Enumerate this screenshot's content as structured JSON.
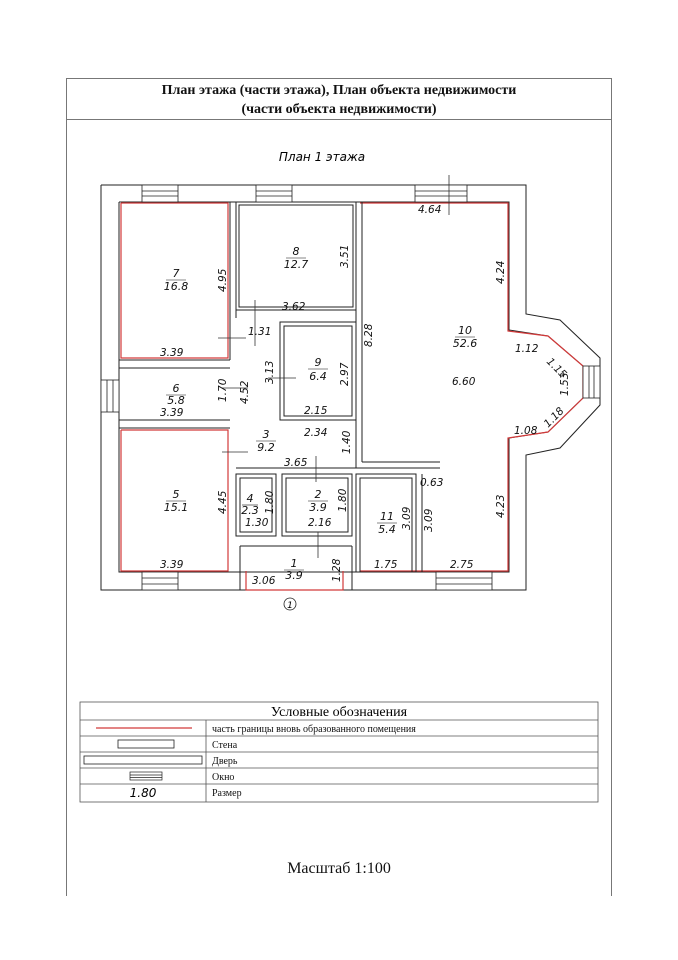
{
  "title": {
    "line1": "План этажа (части этажа), План объекта недвижимости",
    "line2": "(части объекта недвижимости)"
  },
  "plan_caption": "План 1 этажа",
  "rooms": [
    {
      "id": "room-7",
      "number": "7",
      "area": "16.8"
    },
    {
      "id": "room-8",
      "number": "8",
      "area": "12.7"
    },
    {
      "id": "room-10",
      "number": "10",
      "area": "52.6"
    },
    {
      "id": "room-9",
      "number": "9",
      "area": "6.4"
    },
    {
      "id": "room-6",
      "number": "6",
      "area": "5.8"
    },
    {
      "id": "room-3",
      "number": "3",
      "area": "9.2"
    },
    {
      "id": "room-5",
      "number": "5",
      "area": "15.1"
    },
    {
      "id": "room-4",
      "number": "4",
      "area": "2.3"
    },
    {
      "id": "room-2",
      "number": "2",
      "area": "3.9"
    },
    {
      "id": "room-11",
      "number": "11",
      "area": "5.4"
    },
    {
      "id": "room-1",
      "number": "1",
      "area": "3.9"
    }
  ],
  "dimensions": [
    "4.64",
    "4.95",
    "3.51",
    "4.24",
    "3.62",
    "1.31",
    "8.28",
    "3.39",
    "3.13",
    "2.97",
    "6.60",
    "1.12",
    "1.15",
    "1.53",
    "1.70",
    "4.52",
    "3.39",
    "1.18",
    "2.15",
    "1.08",
    "2.34",
    "1.40",
    "3.65",
    "0.63",
    "4.45",
    "1.80",
    "1.80",
    "3.09",
    "3.09",
    "4.23",
    "1.30",
    "2.16",
    "3.39",
    "1.28",
    "1.75",
    "2.75",
    "3.06"
  ],
  "axis_marker": "1",
  "legend": {
    "title": "Условные обозначения",
    "items": [
      {
        "symbol": "red-line",
        "label": "часть границы вновь образованного помещения"
      },
      {
        "symbol": "wall",
        "label": "Стена"
      },
      {
        "symbol": "door",
        "label": "Дверь"
      },
      {
        "symbol": "window",
        "label": "Окно"
      },
      {
        "symbol": "size",
        "symbol_text": "1.80",
        "label": "Размер"
      }
    ]
  },
  "scale": "Масштаб 1:100",
  "colors": {
    "boundary": "#d23a3a",
    "wall": "#222222",
    "line": "#555555"
  }
}
